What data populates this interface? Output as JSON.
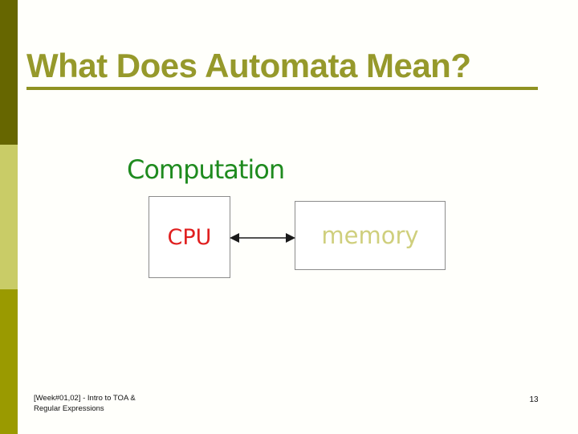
{
  "slide": {
    "title": "What Does Automata Mean?",
    "footer": {
      "line1": "[Week#01,02] - Intro to TOA &",
      "line2": "Regular Expressions"
    },
    "page_number": "13"
  },
  "diagram": {
    "heading": "Computation",
    "nodes": [
      {
        "id": "cpu",
        "label": "CPU"
      },
      {
        "id": "memory",
        "label": "memory"
      }
    ],
    "connection": {
      "type": "double-headed-arrow",
      "from": "cpu",
      "to": "memory"
    }
  },
  "colors": {
    "sidebar_top": "#666600",
    "sidebar_middle": "#c9cc67",
    "sidebar_bottom": "#9a9a00",
    "title_olive": "#96992b",
    "underline_olive": "#8f9222",
    "heading_green": "#1f8b1f",
    "cpu_red": "#e01f1f",
    "memory_khaki": "#cfcf7d",
    "box_border_gray": "#8c8c8c",
    "arrow_black": "#1a1a1a",
    "background": "#fffffb"
  }
}
